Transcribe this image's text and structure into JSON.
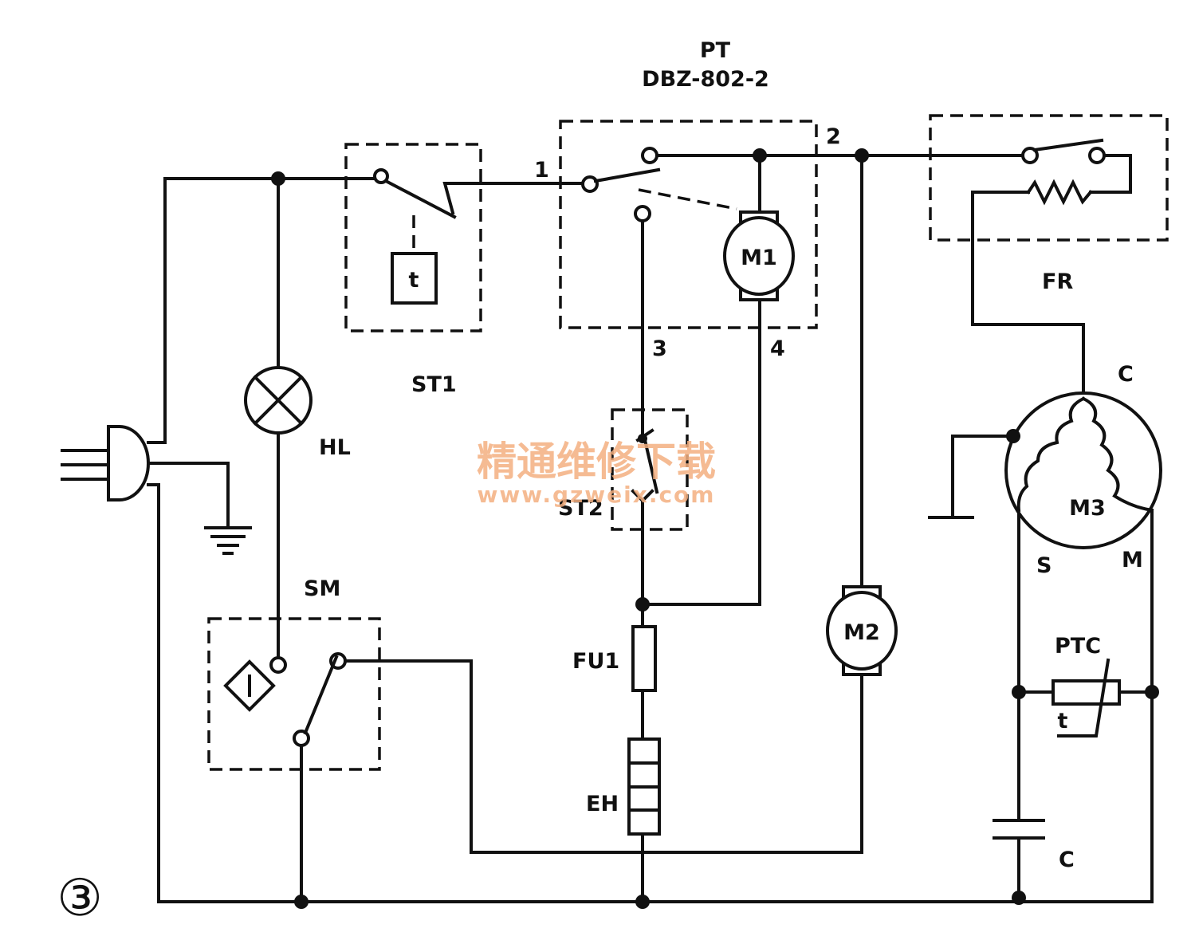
{
  "title": {
    "line1": "PT",
    "line2": "DBZ-802-2"
  },
  "labels": {
    "st1": "ST1",
    "hl": "HL",
    "sm": "SM",
    "st2": "ST2",
    "fu1": "FU1",
    "eh": "EH",
    "fr": "FR",
    "m1": "M1",
    "m2": "M2",
    "m3": "M3",
    "terminal_c": "C",
    "terminal_s": "S",
    "terminal_m": "M",
    "ptc": "PTC",
    "ptc_t": "t",
    "thermostat_t": "t",
    "capacitor": "C",
    "node1": "1",
    "node2": "2",
    "node3": "3",
    "node4": "4"
  },
  "figure_number": "③",
  "watermark": {
    "text": "精通维修下载",
    "url": "www.gzweix.com"
  }
}
